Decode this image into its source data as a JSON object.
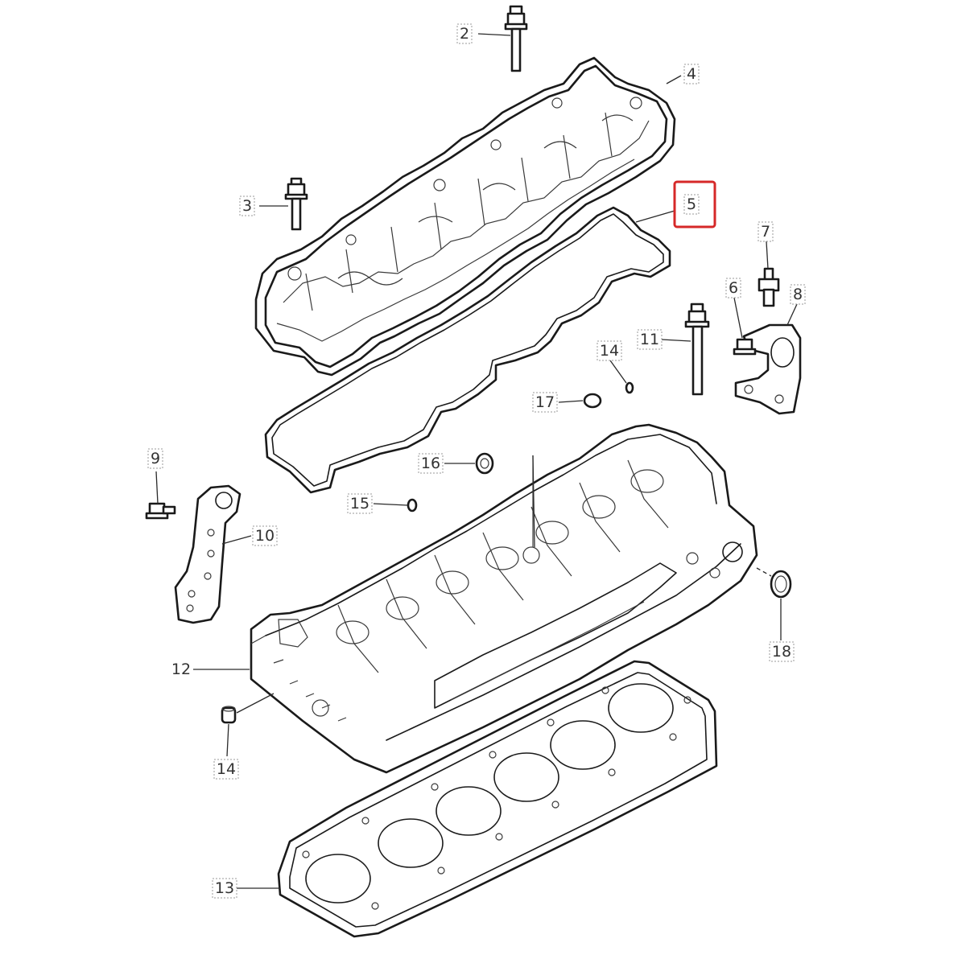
{
  "callouts": [
    {
      "id": "c2",
      "label": "2"
    },
    {
      "id": "c3",
      "label": "3"
    },
    {
      "id": "c4",
      "label": "4"
    },
    {
      "id": "c5",
      "label": "5",
      "highlighted": true
    },
    {
      "id": "c6",
      "label": "6"
    },
    {
      "id": "c7",
      "label": "7"
    },
    {
      "id": "c8",
      "label": "8"
    },
    {
      "id": "c9",
      "label": "9"
    },
    {
      "id": "c10",
      "label": "10"
    },
    {
      "id": "c11",
      "label": "11"
    },
    {
      "id": "c12",
      "label": "12"
    },
    {
      "id": "c13",
      "label": "13"
    },
    {
      "id": "c14a",
      "label": "14"
    },
    {
      "id": "c14b",
      "label": "14"
    },
    {
      "id": "c15",
      "label": "15"
    },
    {
      "id": "c16",
      "label": "16"
    },
    {
      "id": "c17",
      "label": "17"
    },
    {
      "id": "c18",
      "label": "18"
    }
  ],
  "colors": {
    "line": "#1a1a1a",
    "highlight": "#d62828",
    "background": "#ffffff"
  }
}
